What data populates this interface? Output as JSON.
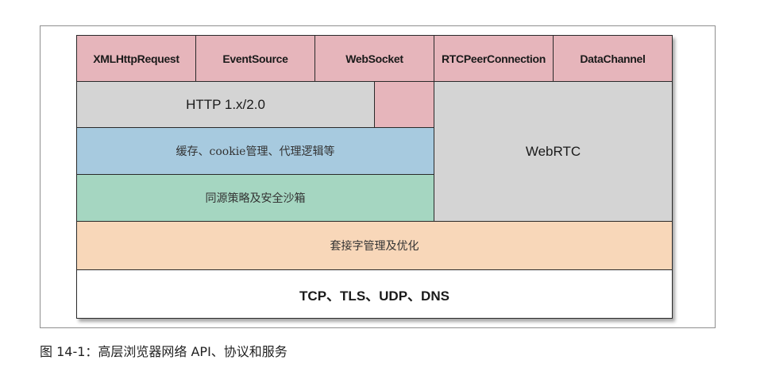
{
  "diagram": {
    "api_row": [
      "XMLHttpRequest",
      "EventSource",
      "WebSocket",
      "RTCPeerConnection",
      "DataChannel"
    ],
    "http": "HTTP 1.x/2.0",
    "webrtc": "WebRTC",
    "cache": "缓存、cookie管理、代理逻辑等",
    "same_origin": "同源策略及安全沙箱",
    "socket": "套接字管理及优化",
    "transport": "TCP、TLS、UDP、DNS"
  },
  "colors": {
    "api": "#e6b5bb",
    "gray": "#d4d4d4",
    "blue": "#a7cadf",
    "green": "#a5d6c1",
    "peach": "#f8d7b9",
    "white": "#ffffff"
  },
  "caption": "图 14-1：高层浏览器网络 API、协议和服务"
}
